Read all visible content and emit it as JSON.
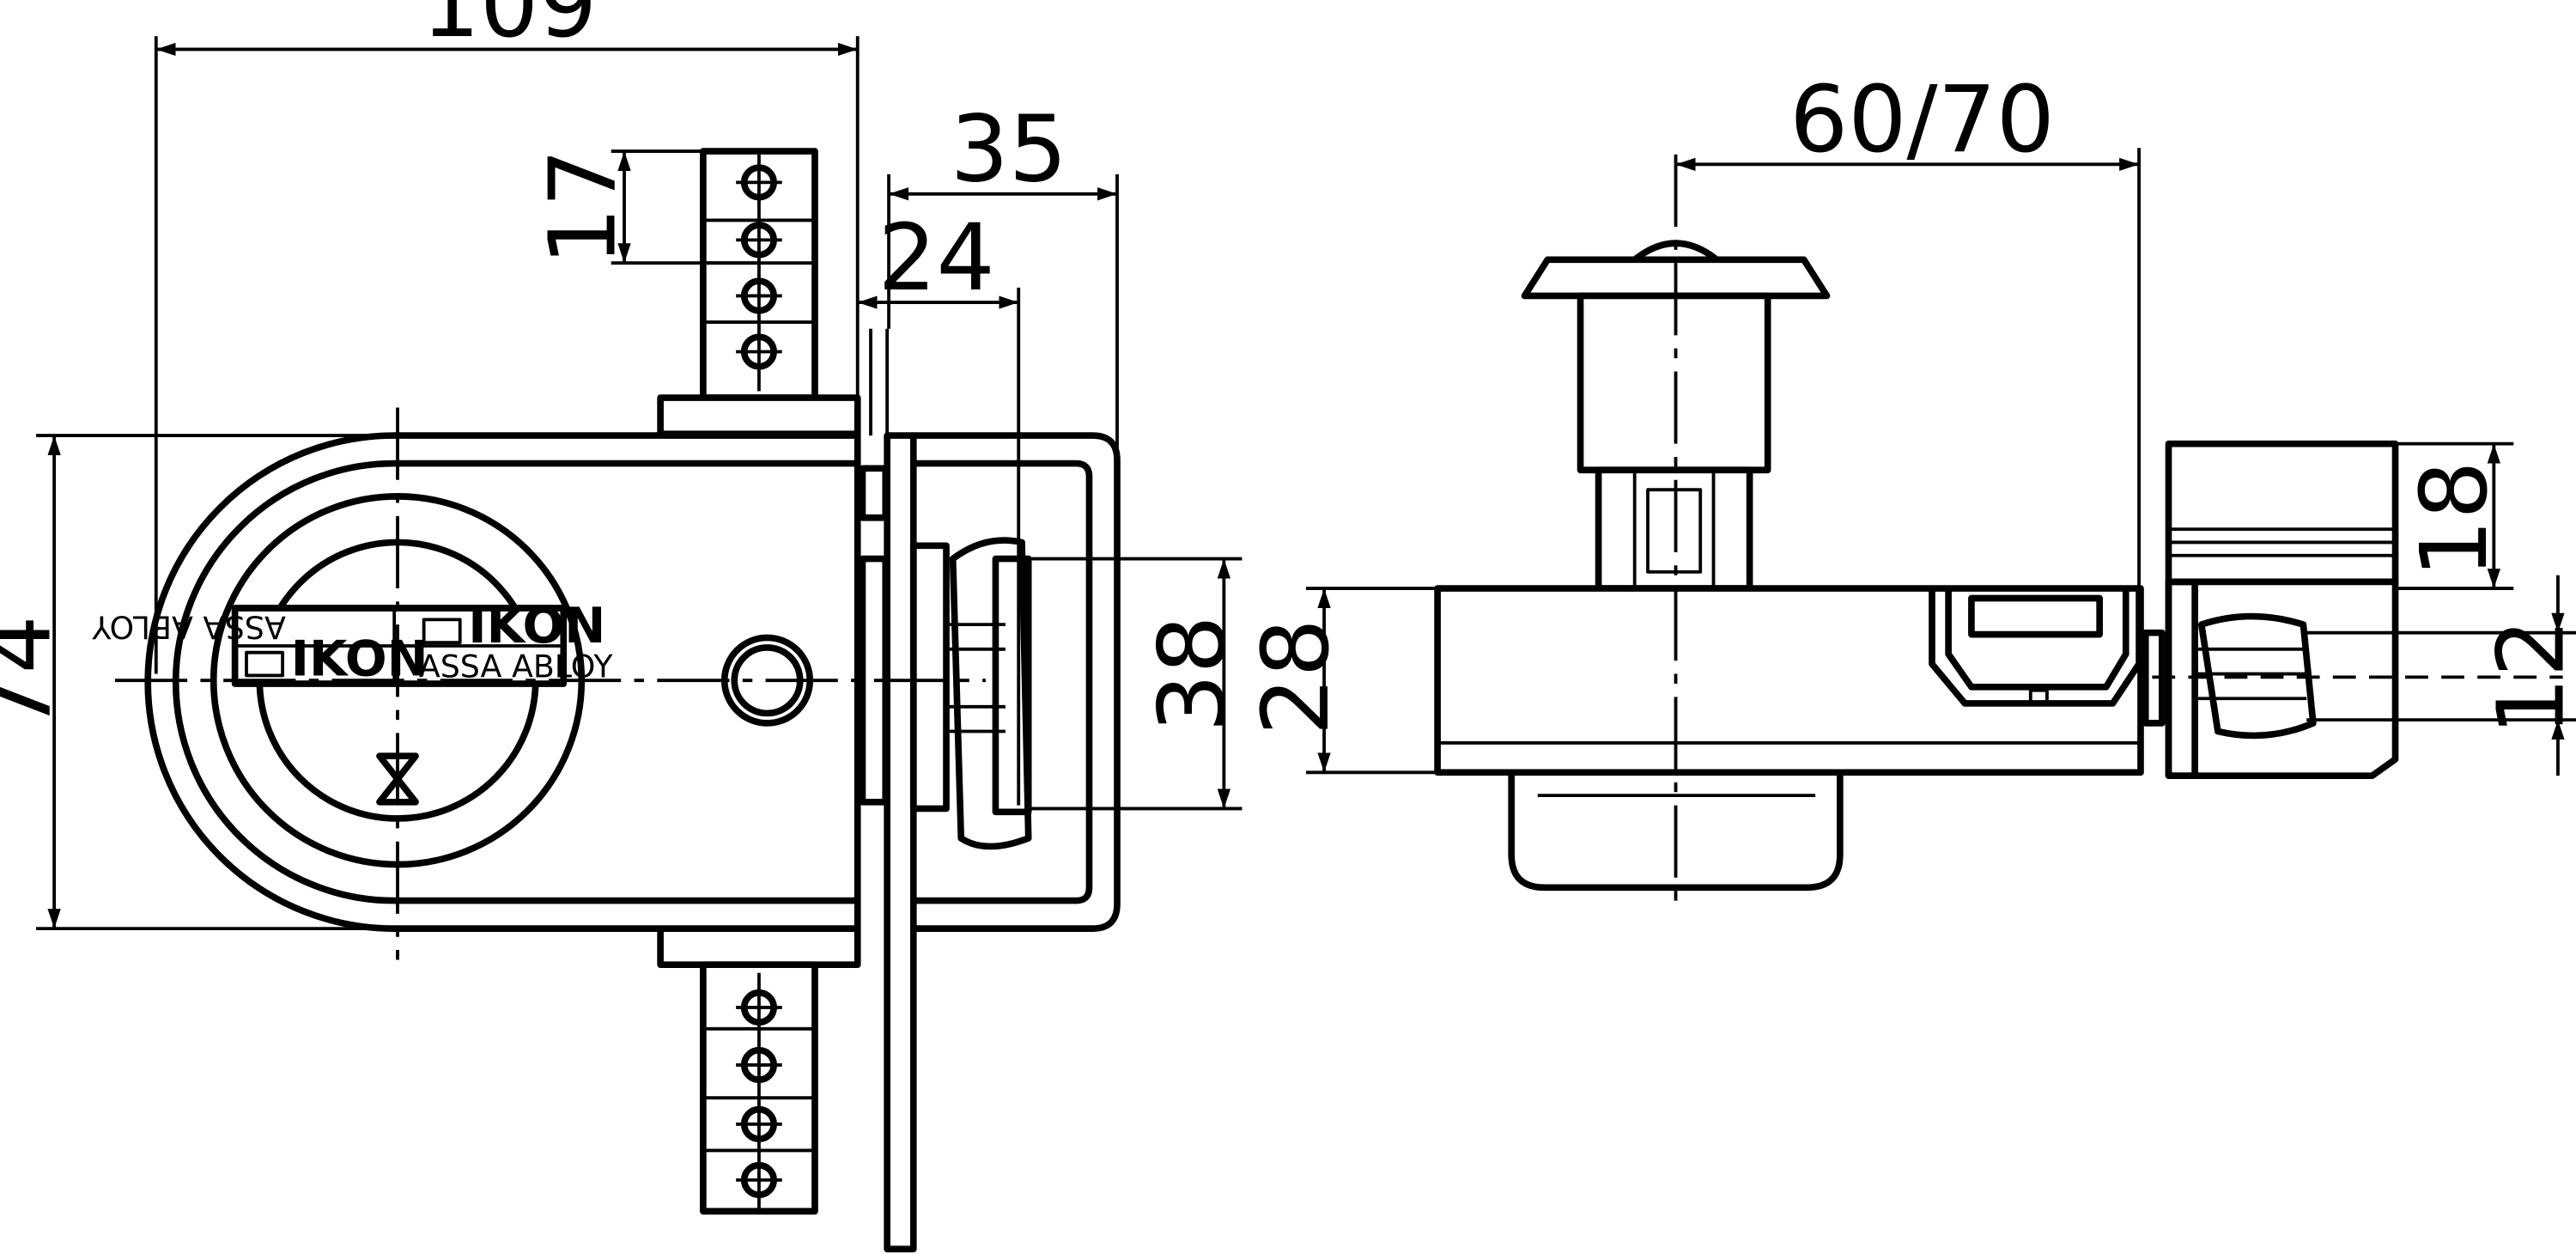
{
  "dimensions": {
    "overall_width": "109",
    "plate_spacing": "17",
    "depth_35": "35",
    "depth_24": "24",
    "height_74": "74",
    "bolt_38": "38",
    "door_thickness": "60/70",
    "body_28": "28",
    "keeper_18": "18",
    "keeper_12": "12"
  },
  "cylinder_label": {
    "brand": "IKON",
    "maker": "ASSA ABLOY"
  }
}
